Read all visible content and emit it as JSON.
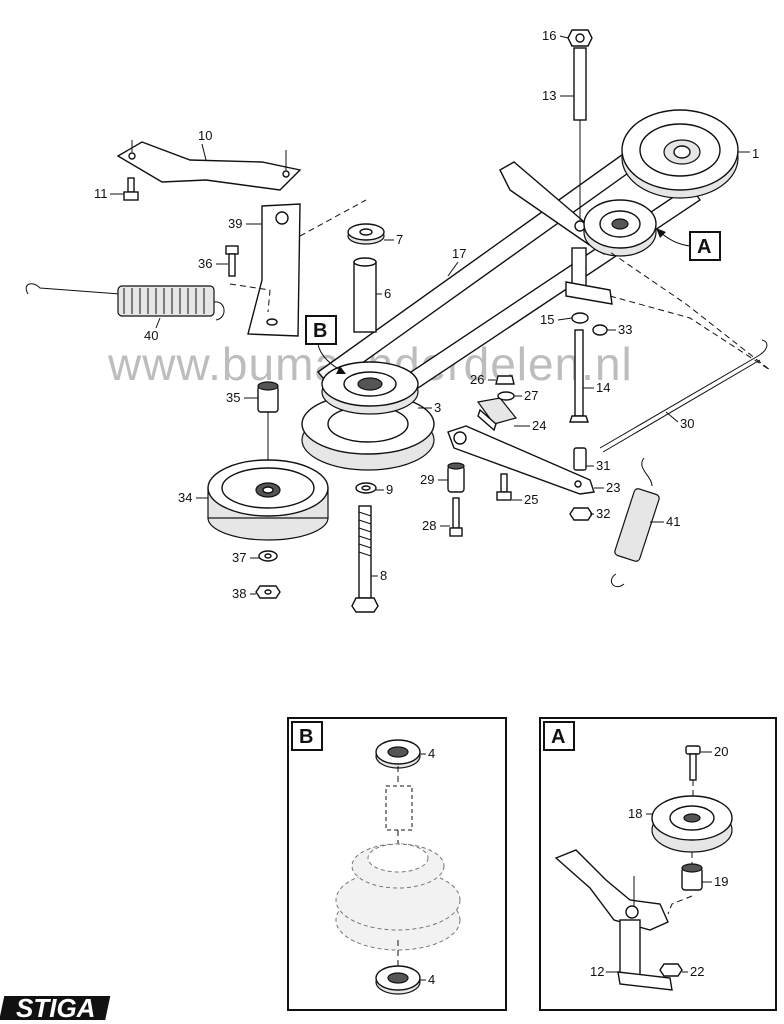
{
  "watermark": "www.bumaonderdelen.nl",
  "brand": "STIGA",
  "callouts": {
    "main_A": "A",
    "main_B": "B",
    "detail_B": "B",
    "detail_A": "A"
  },
  "part_numbers": {
    "p1": "1",
    "p3": "3",
    "p6": "6",
    "p7": "7",
    "p8": "8",
    "p9": "9",
    "p10": "10",
    "p11": "11",
    "p13": "13",
    "p14": "14",
    "p15": "15",
    "p16": "16",
    "p17": "17",
    "p23": "23",
    "p24": "24",
    "p25": "25",
    "p26": "26",
    "p27": "27",
    "p28": "28",
    "p29": "29",
    "p30": "30",
    "p31": "31",
    "p32": "32",
    "p33": "33",
    "p34": "34",
    "p35": "35",
    "p36": "36",
    "p37": "37",
    "p38": "38",
    "p39": "39",
    "p40": "40",
    "p41": "41",
    "dB_4a": "4",
    "dB_4b": "4",
    "dA_20": "20",
    "dA_18": "18",
    "dA_19": "19",
    "dA_12": "12",
    "dA_22": "22"
  }
}
